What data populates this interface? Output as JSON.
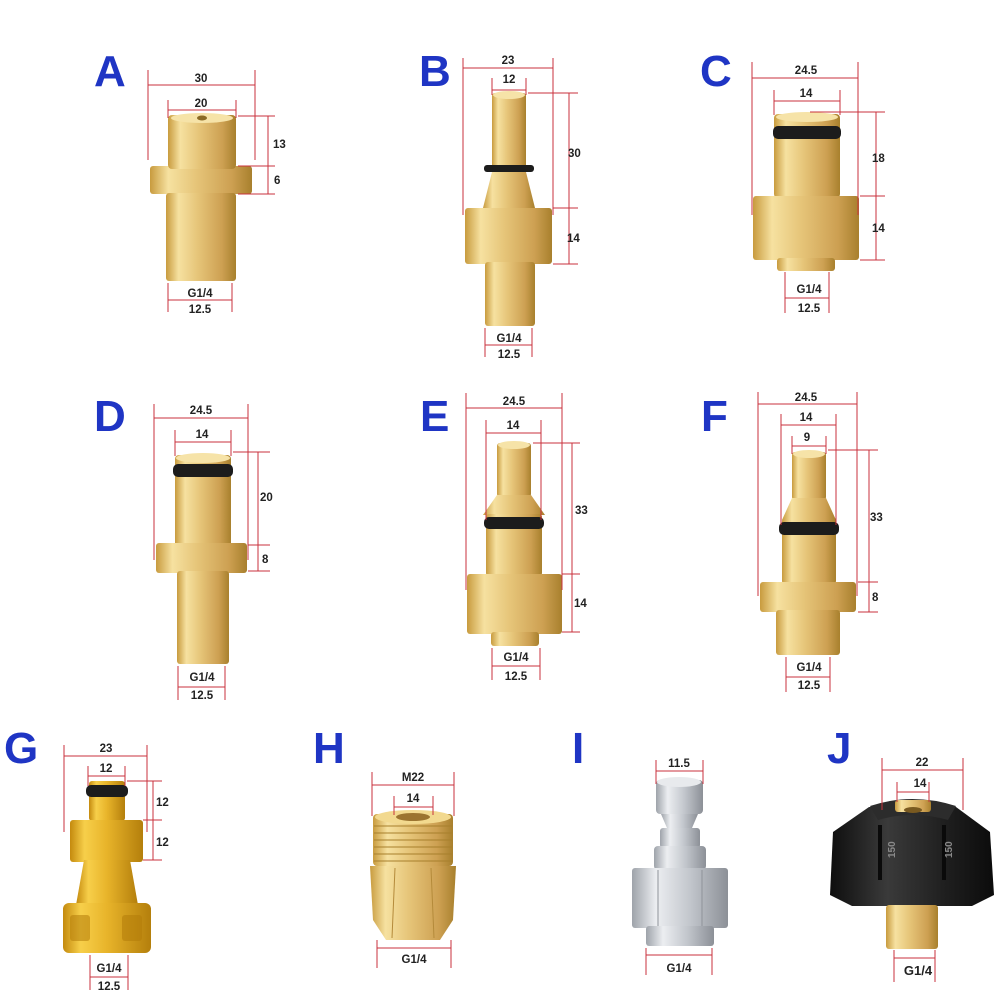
{
  "colors": {
    "letter": "#1f35c4",
    "dimension_line": "#c8323c",
    "brass_light": "#f2d98f",
    "brass_mid": "#d9b055",
    "brass_dark": "#a8802d",
    "gold_anodized": "#e3ac1f",
    "steel": "#c9ccd1",
    "rubber_black": "#1c1c1c"
  },
  "fittings": [
    {
      "letter": "A",
      "dims": {
        "top_outer": "30",
        "top_inner": "20",
        "right_upper": "13",
        "right_lower": "6",
        "thread": "G1/4",
        "bottom": "12.5"
      }
    },
    {
      "letter": "B",
      "dims": {
        "top_outer": "23",
        "top_inner": "12",
        "right_upper": "30",
        "right_lower": "14",
        "thread": "G1/4",
        "bottom": "12.5"
      }
    },
    {
      "letter": "C",
      "dims": {
        "top_outer": "24.5",
        "top_inner": "14",
        "right_upper": "18",
        "right_lower": "14",
        "thread": "G1/4",
        "bottom": "12.5"
      }
    },
    {
      "letter": "D",
      "dims": {
        "top_outer": "24.5",
        "top_inner": "14",
        "right_upper": "20",
        "right_lower": "8",
        "thread": "G1/4",
        "bottom": "12.5"
      }
    },
    {
      "letter": "E",
      "dims": {
        "top_outer": "24.5",
        "top_inner": "14",
        "right_upper": "33",
        "right_lower": "14",
        "thread": "G1/4",
        "bottom": "12.5"
      }
    },
    {
      "letter": "F",
      "dims": {
        "top_outer": "24.5",
        "top_middle": "14",
        "top_inner": "9",
        "right_upper": "33",
        "right_lower": "8",
        "thread": "G1/4",
        "bottom": "12.5"
      }
    },
    {
      "letter": "G",
      "dims": {
        "top_outer": "23",
        "top_inner": "12",
        "right_upper": "12",
        "right_lower": "12",
        "thread": "G1/4",
        "bottom": "12.5"
      }
    },
    {
      "letter": "H",
      "dims": {
        "top_outer": "M22",
        "top_inner": "14",
        "thread": "G1/4"
      }
    },
    {
      "letter": "I",
      "dims": {
        "top_outer": "11.5",
        "thread": "G1/4"
      }
    },
    {
      "letter": "J",
      "dims": {
        "top_outer": "22",
        "top_inner": "14",
        "thread": "G1/4"
      },
      "cap_text": [
        "150",
        "150"
      ]
    }
  ]
}
